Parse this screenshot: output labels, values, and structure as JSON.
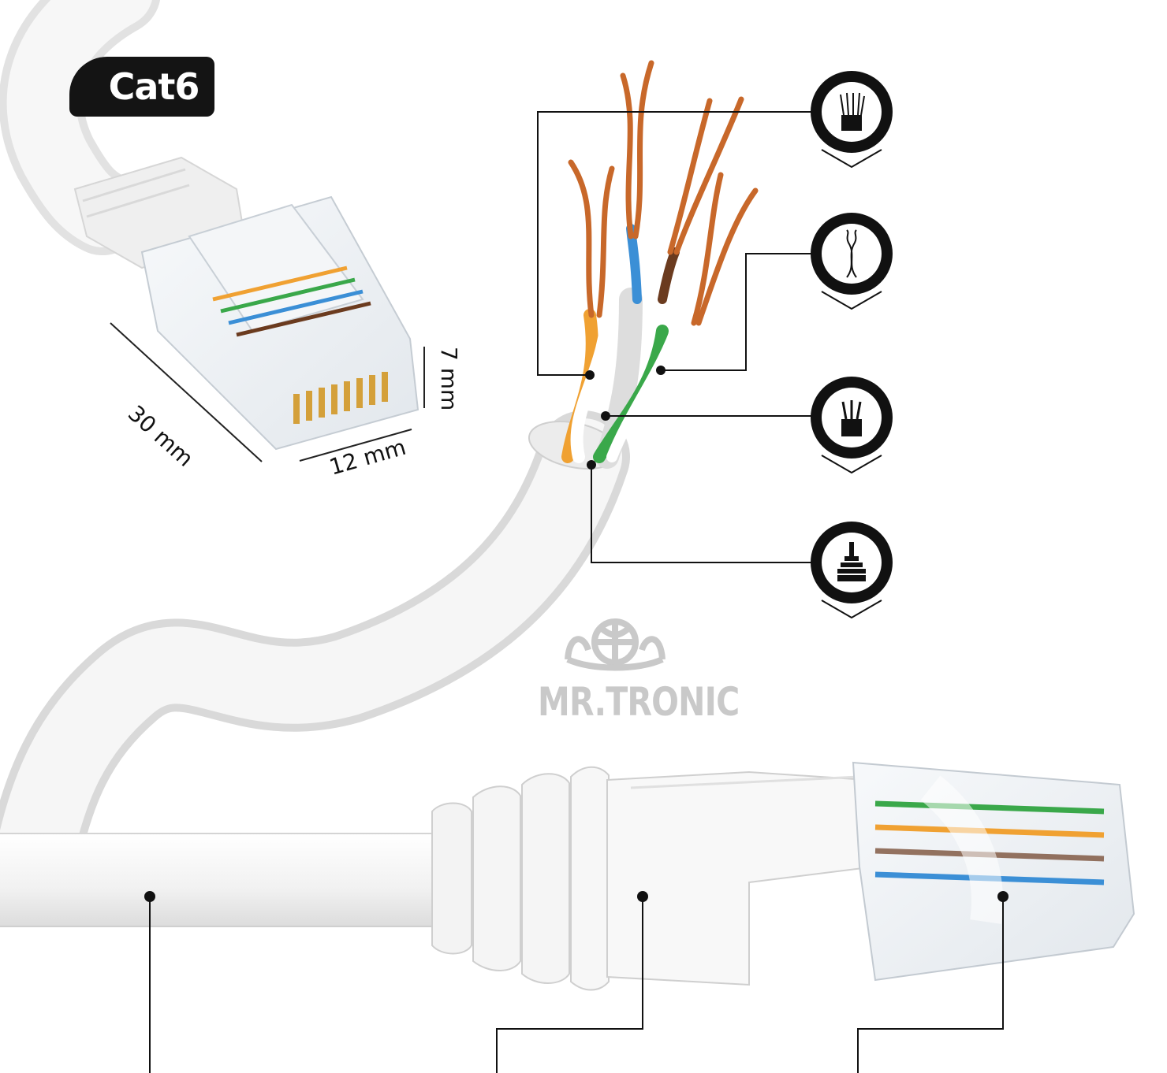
{
  "badge": {
    "label": "Cat6"
  },
  "dimensions": {
    "length": "30 mm",
    "width": "12 mm",
    "height": "7 mm"
  },
  "brand": {
    "name": "MR.TRONIC",
    "logo_icon": "globe-hands-logo-icon"
  },
  "feature_icons": [
    {
      "icon": "multi-strand-wire-icon"
    },
    {
      "icon": "twisted-pair-icon"
    },
    {
      "icon": "solid-core-wire-icon"
    },
    {
      "icon": "layered-jacket-icon"
    }
  ],
  "colors": {
    "badge_bg": "#141414",
    "cable": "#f2f2f2",
    "copper": "#c8682a",
    "wire_orange": "#f0a132",
    "wire_green": "#3aa84a",
    "wire_blue": "#3b8fd6",
    "wire_brown": "#6b3b1f",
    "callout_line": "#111111",
    "watermark": "#c9c9c9"
  }
}
